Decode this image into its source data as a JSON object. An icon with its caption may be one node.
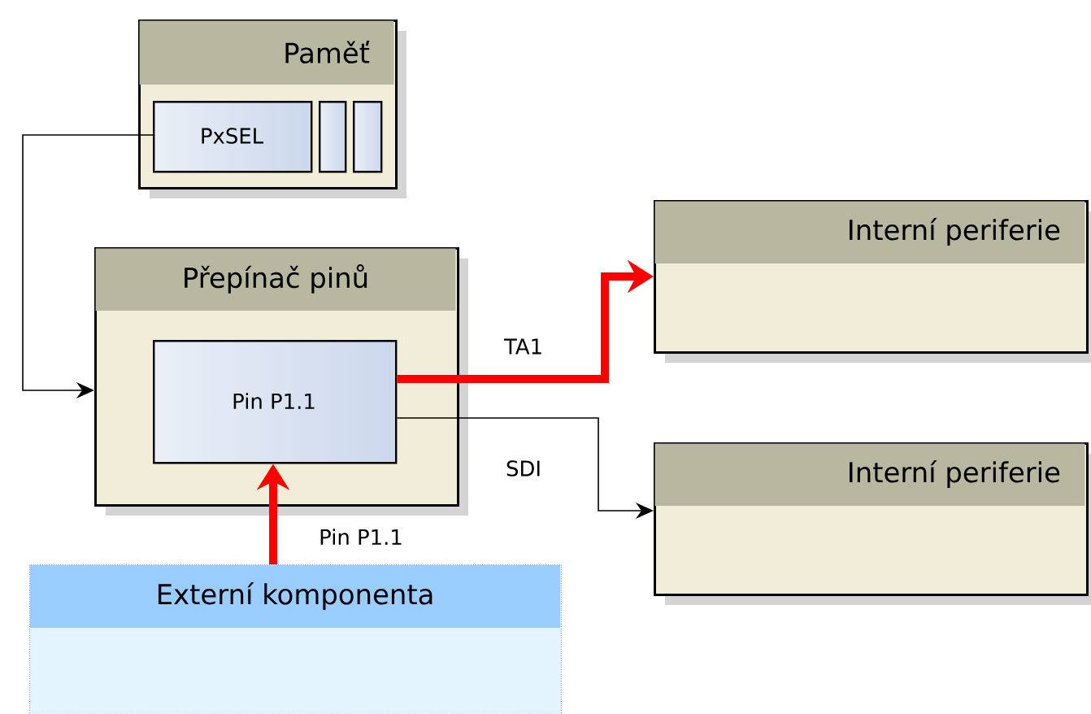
{
  "diagram": {
    "nodes": [
      {
        "text": [
          "Paměť"
        ]
      },
      {
        "text": [
          "PxSEL"
        ],
        "in": 0
      },
      {
        "text": [],
        "shape": "box",
        "in": 0
      },
      {
        "text": [],
        "shape": "box",
        "in": 0
      },
      {
        "text": [
          "Přepínač pinů"
        ]
      },
      {
        "text": [
          "Pin P1.1"
        ],
        "in": 4
      },
      {
        "text": [
          "Interní periferie"
        ]
      },
      {
        "text": [
          "Interní periferie"
        ]
      },
      {
        "text": [
          "Externí komponenta"
        ]
      }
    ],
    "edges": [
      {
        "from": 1,
        "to": 4,
        "arrow": "to"
      },
      {
        "from": 5,
        "to": 6,
        "arrow": "to",
        "label": "TA1",
        "style": "thick",
        "color": "#ff0000"
      },
      {
        "from": 5,
        "to": 7,
        "arrow": "to",
        "label": "SDI"
      },
      {
        "from": 8,
        "to": 5,
        "arrow": "to",
        "label": "Pin P1.1",
        "style": "thick",
        "color": "#ff0000"
      }
    ]
  }
}
